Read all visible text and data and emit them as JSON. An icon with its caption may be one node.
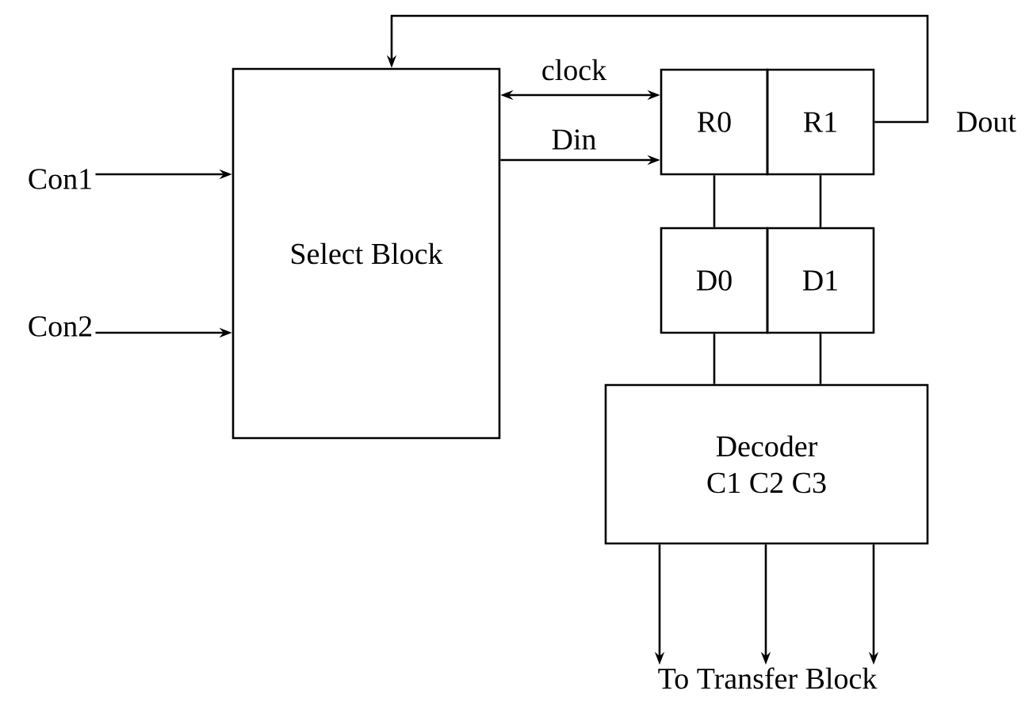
{
  "diagram": {
    "nodes": [
      {
        "text": [
          "Con1"
        ]
      },
      {
        "text": [
          "Con2"
        ]
      },
      {
        "text": [
          "Select Block"
        ]
      },
      {
        "text": [
          "R0"
        ]
      },
      {
        "text": [
          "R1"
        ]
      },
      {
        "text": [
          "D0"
        ]
      },
      {
        "text": [
          "D1"
        ]
      },
      {
        "text": [
          "Decoder",
          "C1 C2 C3"
        ]
      },
      {
        "text": [
          "To Transfer Block"
        ]
      }
    ],
    "edges": [
      {
        "from": 0,
        "to": 2,
        "arrow": "to"
      },
      {
        "from": 1,
        "to": 2,
        "arrow": "to"
      },
      {
        "from": 2,
        "to": 3,
        "arrow": "both",
        "label": "clock"
      },
      {
        "from": 2,
        "to": 3,
        "arrow": "to",
        "label": "Din"
      },
      {
        "from": 4,
        "to": 2,
        "arrow": "to",
        "label": "Dout"
      },
      {
        "from": 3,
        "to": 5,
        "arrow": "none"
      },
      {
        "from": 4,
        "to": 6,
        "arrow": "none"
      },
      {
        "from": 5,
        "to": 7,
        "arrow": "none"
      },
      {
        "from": 6,
        "to": 7,
        "arrow": "none"
      },
      {
        "from": 7,
        "to": 8,
        "arrow": "to"
      },
      {
        "from": 7,
        "to": 8,
        "arrow": "to"
      },
      {
        "from": 7,
        "to": 8,
        "arrow": "to"
      }
    ]
  }
}
